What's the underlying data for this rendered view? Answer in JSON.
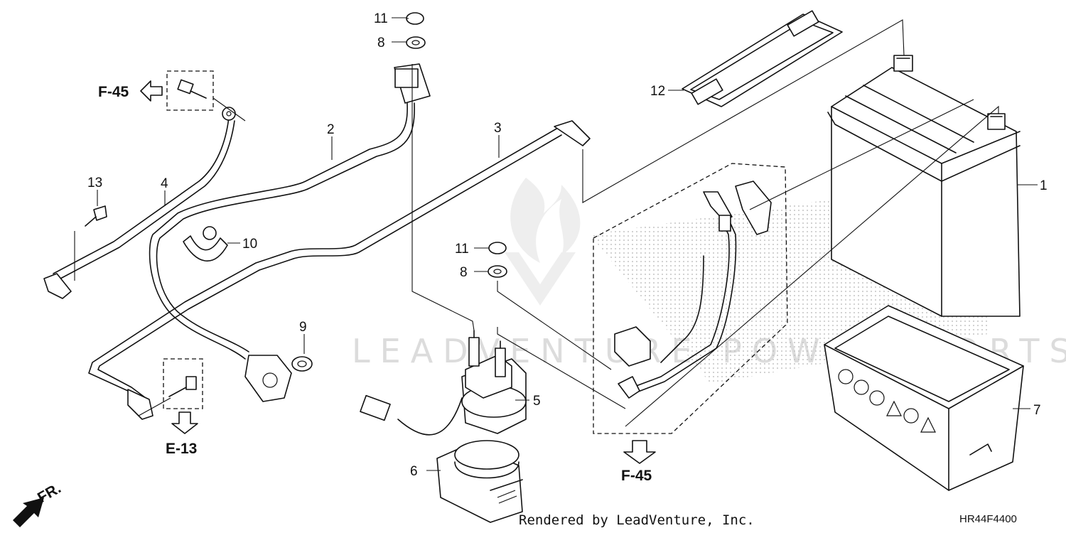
{
  "callouts": {
    "n1": "1",
    "n2": "2",
    "n3": "3",
    "n4": "4",
    "n5": "5",
    "n6": "6",
    "n7": "7",
    "n8a": "8",
    "n8b": "8",
    "n9": "9",
    "n10": "10",
    "n11a": "11",
    "n11b": "11",
    "n12": "12",
    "n13": "13"
  },
  "references": {
    "f45_left": "F-45",
    "e13": "E-13",
    "f45_bottom": "F-45",
    "front": "FR."
  },
  "watermark": "LEADVENTURE POWERSPORTS",
  "footer": {
    "credit": "Rendered by LeadVenture, Inc.",
    "diagram_code": "HR44F4400"
  },
  "colors": {
    "line": "#111111",
    "watermark": "#dcdcdc",
    "stipple": "#c8c8c8"
  }
}
